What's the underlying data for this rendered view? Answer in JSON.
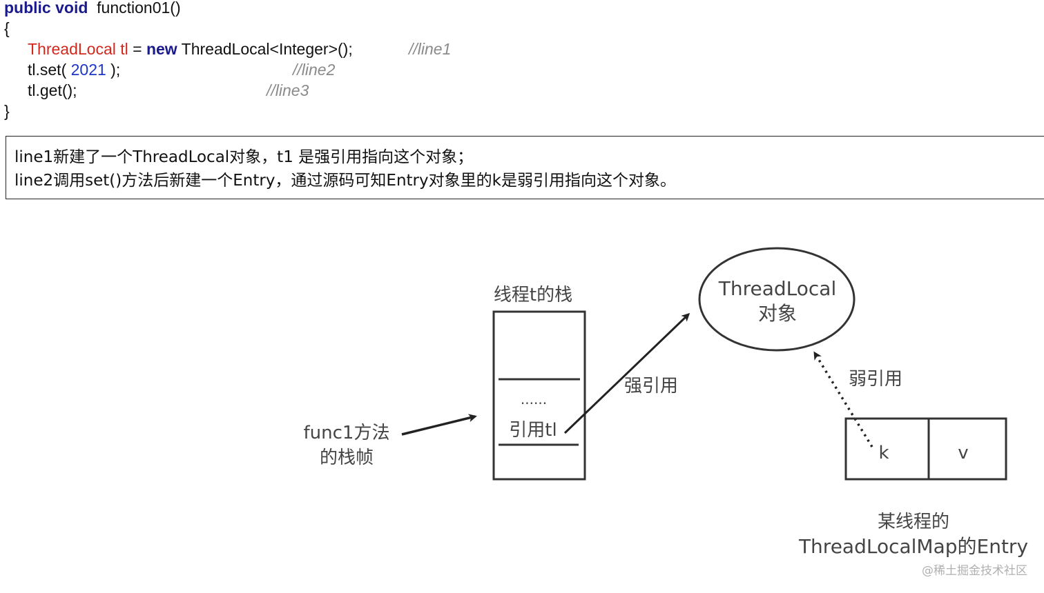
{
  "code": {
    "signature_kw": "public void",
    "signature_name": "function01()",
    "open_brace": "{",
    "close_brace": "}",
    "line1_type": "ThreadLocal tl",
    "line1_eq": " = ",
    "line1_new": "new",
    "line1_rest": " ThreadLocal<Integer>();",
    "line1_comment": "//line1",
    "line2_a": "tl.set( ",
    "line2_num": "2021",
    "line2_b": " );",
    "line2_comment": "//line2",
    "line3": "tl.get();",
    "line3_comment": "//line3"
  },
  "note": {
    "line1": "line1新建了一个ThreadLocal对象，t1 是强引用指向这个对象；",
    "line2": "line2调用set()方法后新建一个Entry，通过源码可知Entry对象里的k是弱引用指向这个对象。"
  },
  "diagram": {
    "stack_title": "线程t的栈",
    "stack_dots": "......",
    "stack_ref": "引用tl",
    "frame_label_1": "func1方法",
    "frame_label_2": "的栈帧",
    "strong_ref": "强引用",
    "object_label_1": "ThreadLocal",
    "object_label_2": "对象",
    "weak_ref": "弱引用",
    "entry_k": "k",
    "entry_v": "v",
    "entry_caption_1": "某线程的",
    "entry_caption_2": "ThreadLocalMap的Entry",
    "watermark": "@稀土掘金技术社区"
  }
}
